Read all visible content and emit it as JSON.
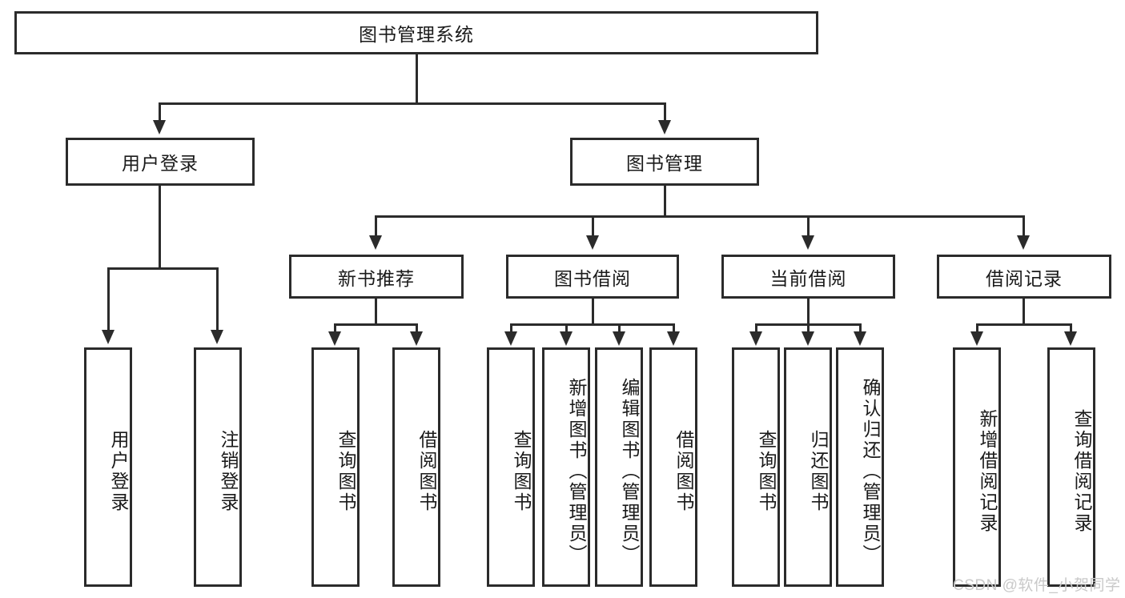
{
  "diagram": {
    "type": "tree-hierarchy-flowchart",
    "title": "图书管理系统",
    "orientation": "top-down",
    "levels": 4,
    "root": {
      "id": "root",
      "label": "图书管理系统",
      "text_orientation": "horizontal"
    },
    "level2": [
      {
        "id": "user-login",
        "label": "用户登录",
        "text_orientation": "horizontal"
      },
      {
        "id": "book-manage",
        "label": "图书管理",
        "text_orientation": "horizontal"
      }
    ],
    "level3": [
      {
        "id": "new-book-recommend",
        "label": "新书推荐",
        "parent": "book-manage",
        "text_orientation": "horizontal"
      },
      {
        "id": "book-borrow",
        "label": "图书借阅",
        "parent": "book-manage",
        "text_orientation": "horizontal"
      },
      {
        "id": "current-borrow",
        "label": "当前借阅",
        "parent": "book-manage",
        "text_orientation": "horizontal"
      },
      {
        "id": "borrow-record",
        "label": "借阅记录",
        "parent": "book-manage",
        "text_orientation": "horizontal"
      }
    ],
    "leaves": [
      {
        "id": "leaf-user-login",
        "label": "用户登录",
        "parent": "user-login",
        "text_orientation": "vertical"
      },
      {
        "id": "leaf-user-logout",
        "label": "注销登录",
        "parent": "user-login",
        "text_orientation": "vertical"
      },
      {
        "id": "leaf-query-book-1",
        "label": "查询图书",
        "parent": "new-book-recommend",
        "text_orientation": "vertical"
      },
      {
        "id": "leaf-borrow-book-1",
        "label": "借阅图书",
        "parent": "new-book-recommend",
        "text_orientation": "vertical"
      },
      {
        "id": "leaf-query-book-2",
        "label": "查询图书",
        "parent": "book-borrow",
        "text_orientation": "vertical"
      },
      {
        "id": "leaf-add-book",
        "label": "新增图书（管理员）",
        "parent": "book-borrow",
        "text_orientation": "vertical"
      },
      {
        "id": "leaf-edit-book",
        "label": "编辑图书（管理员）",
        "parent": "book-borrow",
        "text_orientation": "vertical"
      },
      {
        "id": "leaf-borrow-book-2",
        "label": "借阅图书",
        "parent": "book-borrow",
        "text_orientation": "vertical"
      },
      {
        "id": "leaf-query-book-3",
        "label": "查询图书",
        "parent": "current-borrow",
        "text_orientation": "vertical"
      },
      {
        "id": "leaf-return-book",
        "label": "归还图书",
        "parent": "current-borrow",
        "text_orientation": "vertical"
      },
      {
        "id": "leaf-confirm-return",
        "label": "确认归还（管理员）",
        "parent": "current-borrow",
        "text_orientation": "vertical"
      },
      {
        "id": "leaf-add-record",
        "label": "新增借阅记录",
        "parent": "borrow-record",
        "text_orientation": "vertical"
      },
      {
        "id": "leaf-query-record",
        "label": "查询借阅记录",
        "parent": "borrow-record",
        "text_orientation": "vertical"
      }
    ],
    "colors": {
      "stroke": "#2b2b2b",
      "fill": "#ffffff",
      "text": "#1a1a1a",
      "watermark": "#c9c9c9"
    }
  },
  "watermark": {
    "text": "CSDN @软件_小贺同学"
  }
}
